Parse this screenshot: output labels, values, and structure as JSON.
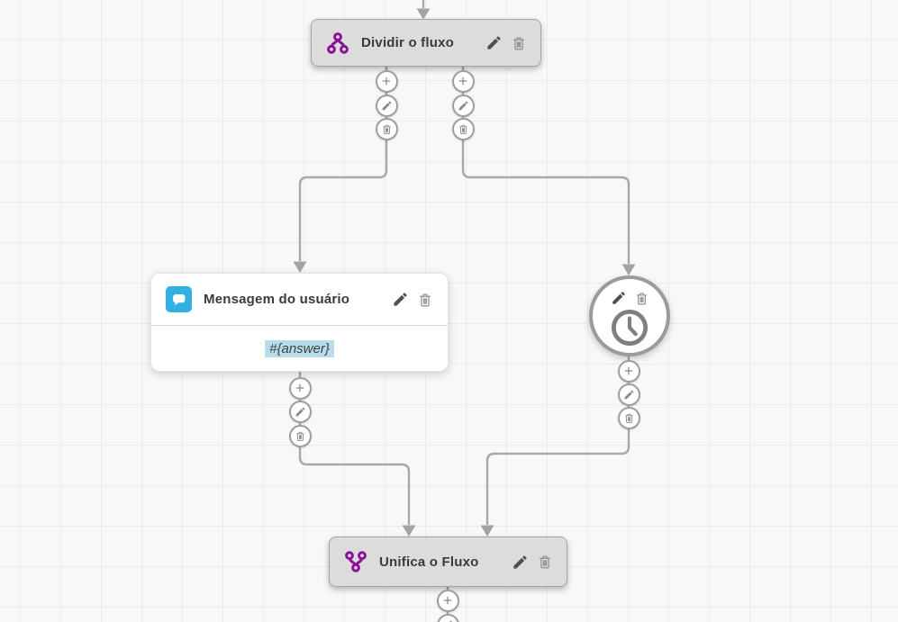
{
  "canvas": {
    "background_color": "#f8f8f9",
    "grid_color": "#e9ebf2"
  },
  "colors": {
    "node_gray": "#dcdcdc",
    "node_border": "#a5a5a5",
    "connector": "#a8a8a8",
    "purple_accent": "#8e1096",
    "teal_accent": "#33b0e3",
    "variable_highlight": "#b9dcec",
    "title_text": "#3a3a3a"
  },
  "icons": {
    "split": "split-branch-icon",
    "merge": "merge-branch-icon",
    "user_message": "chat-bubble-icon",
    "timer": "clock-icon",
    "edit": "pencil-icon",
    "delete": "trash-icon",
    "add": "plus-icon",
    "flow_in": "arrowhead-down-icon"
  },
  "nodes": {
    "split": {
      "title": "Dividir o fluxo"
    },
    "user_message": {
      "title": "Mensagem do usuário",
      "body": "#{answer}"
    },
    "timer": {},
    "merge": {
      "title": "Unifica o Fluxo"
    }
  },
  "wire_buttons": [
    "add",
    "edit",
    "delete"
  ]
}
